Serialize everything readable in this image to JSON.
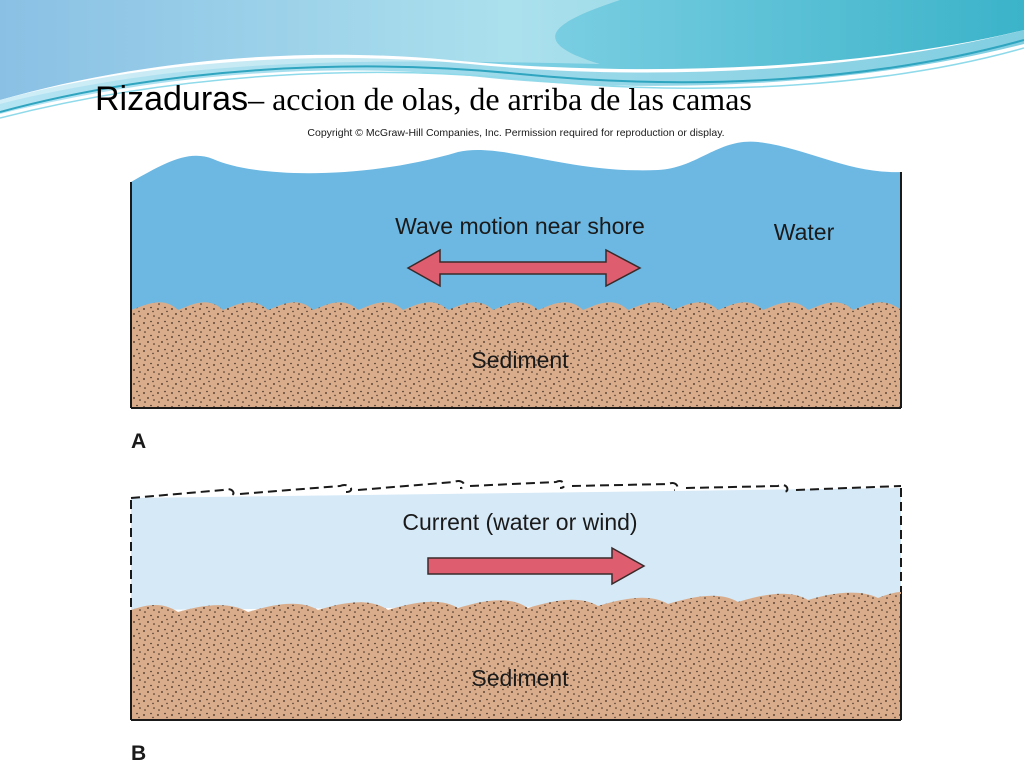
{
  "slide": {
    "title_bold": "Rizaduras",
    "title_rest": "– accion de olas, de arriba de las camas"
  },
  "figure": {
    "copyright": "Copyright © McGraw-Hill Companies, Inc. Permission required for reproduction or display.",
    "panel_a": {
      "label": "A",
      "wave_motion_label": "Wave motion near shore",
      "water_label": "Water",
      "sediment_label": "Sediment",
      "arrow": "double-headed-arrow"
    },
    "panel_b": {
      "label": "B",
      "current_label": "Current (water or wind)",
      "sediment_label": "Sediment",
      "arrow": "right-arrow"
    },
    "colors": {
      "water_a": "#6cb8e3",
      "water_b": "#d6e9f7",
      "sediment": "#d9ad8c",
      "arrow": "#de5e6f",
      "header_teal": "#5cc3d2",
      "header_blue": "#4c9fd6"
    }
  }
}
